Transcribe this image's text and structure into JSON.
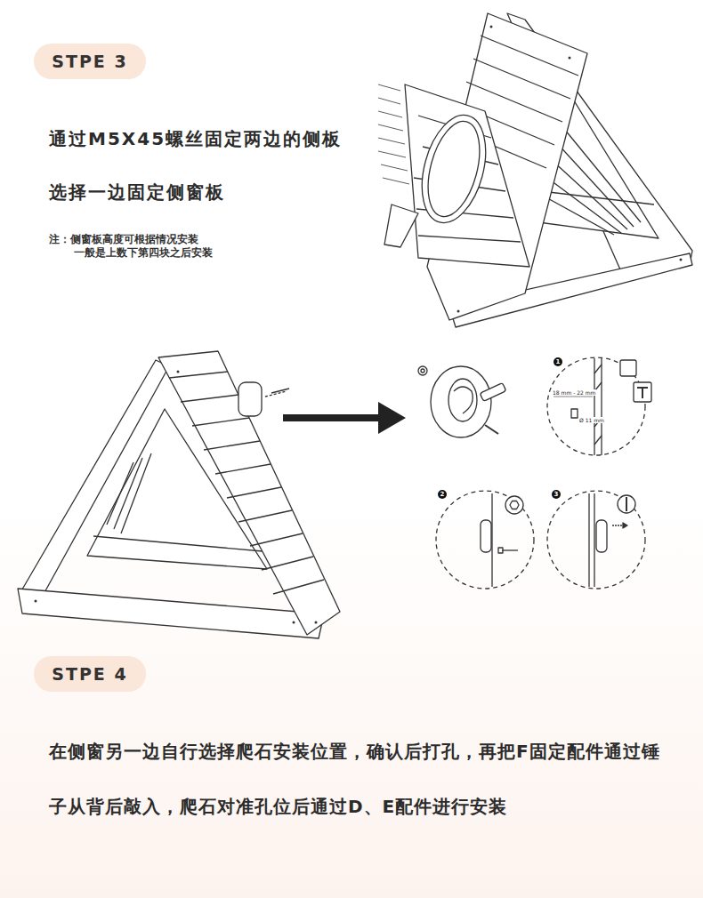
{
  "diagram": {
    "nodes": [
      {
        "text": [
          "STPE 3"
        ]
      },
      {
        "text": [
          "STPE 4"
        ]
      }
    ],
    "labels": [
      "通过M5X45螺丝固定两边的侧板",
      "选择一边固定侧窗板",
      "注：侧窗板高度可根据情况安装 一般是上数下第四块之后安装",
      "1",
      "18 mm - 22 mm",
      "Ø 11 mm",
      "2",
      "3",
      "在侧窗另一边自行选择爬石安装位置，确认后打孔，再把F固定配件通过锤子从背后敲入，爬石对准孔位后通过D、E配件进行安装"
    ]
  }
}
